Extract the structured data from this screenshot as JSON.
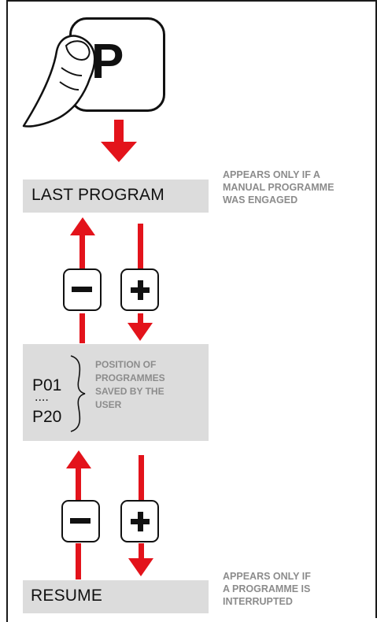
{
  "p_key": {
    "letter": "P"
  },
  "last_program": {
    "label": "LAST PROGRAM",
    "note": "APPEARS ONLY IF A\nMANUAL PROGRAMME\nWAS ENGAGED"
  },
  "program_range": {
    "first": "P01",
    "dots": "....",
    "last": "P20",
    "note": "POSITION OF\nPROGRAMMES\nSAVED BY THE\nUSER"
  },
  "resume": {
    "label": "RESUME",
    "note": "APPEARS ONLY IF\nA PROGRAMME IS\nINTERRUPTED"
  },
  "colors": {
    "arrow": "#e3131b",
    "box": "#dcdcdc",
    "note_text": "#8c8c8c",
    "outline": "#111111"
  },
  "icons": [
    "finger-icon",
    "minus-icon",
    "plus-icon",
    "arrow-up-icon",
    "arrow-down-icon"
  ]
}
